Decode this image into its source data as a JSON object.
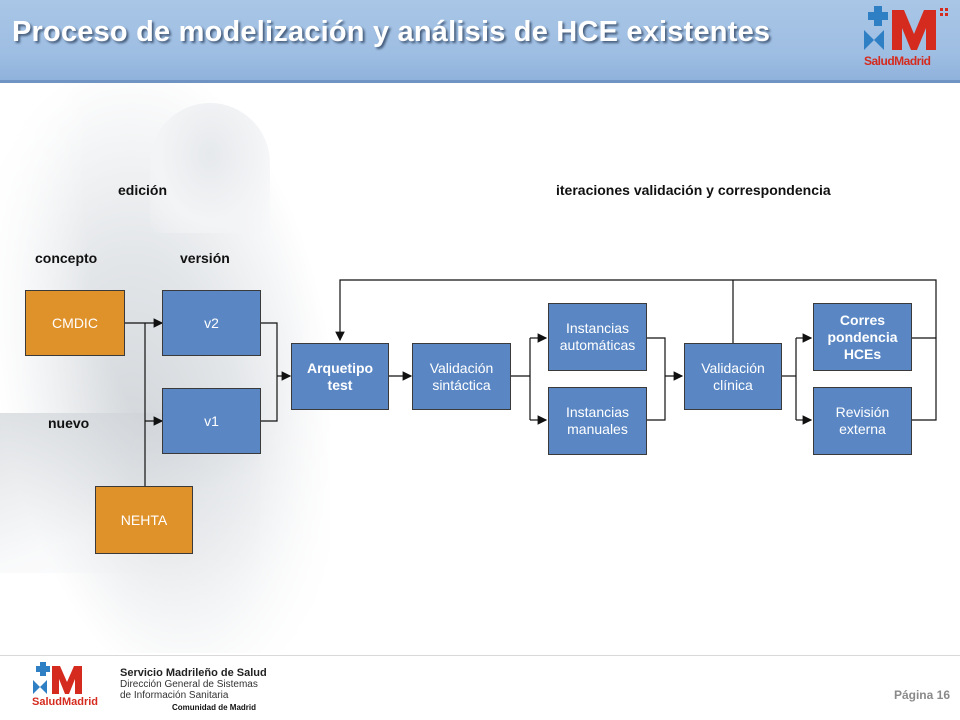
{
  "header": {
    "title": "Proceso de modelización y análisis de HCE existentes",
    "logo_text": "SaludMadrid"
  },
  "labels": {
    "edicion": "edición",
    "iteraciones": "iteraciones validación y correspondencia",
    "concepto": "concepto",
    "version": "versión",
    "nuevo": "nuevo"
  },
  "nodes": {
    "cmdic": "CMDIC",
    "v2": "v2",
    "v1": "v1",
    "nehta": "NEHTA",
    "arquetipo": "Arquetipo test",
    "validacion_sintactica": "Validación sintáctica",
    "instancias_automaticas": "Instancias automáticas",
    "instancias_manuales": "Instancias manuales",
    "validacion_clinica": "Validación clínica",
    "correspondencia": "Corres pondencia HCEs",
    "revision": "Revisión externa"
  },
  "footer": {
    "logo_text": "SaludMadrid",
    "org_name": "Servicio Madrileño de Salud",
    "org_sub1": "Dirección General de Sistemas",
    "org_sub2": "de Información Sanitaria",
    "comunidad": "Comunidad de Madrid",
    "page": "Página 16"
  },
  "colors": {
    "header": "#a9c6e6",
    "orange_box": "#e0922a",
    "blue_box": "#5a87c4",
    "brand_red": "#d52b1e",
    "brand_blue": "#2f7fc4"
  }
}
